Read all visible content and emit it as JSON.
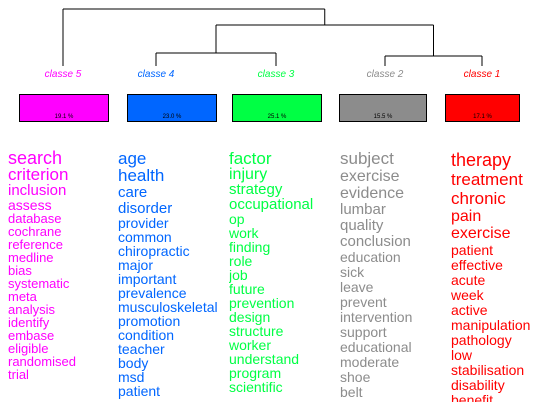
{
  "classes": [
    {
      "label": "classe 5",
      "pct": "19.1 %",
      "color": "#ff00ff",
      "words": [
        "search",
        "criterion",
        "inclusion",
        "assess",
        "database",
        "cochrane",
        "reference",
        "medline",
        "bias",
        "systematic",
        "meta",
        "analysis",
        "identify",
        "embase",
        "eligible",
        "randomised",
        "trial"
      ]
    },
    {
      "label": "classe 4",
      "pct": "23.0 %",
      "color": "#0066ff",
      "words": [
        "age",
        "health",
        "care",
        "disorder",
        "provider",
        "common",
        "chiropractic",
        "major",
        "important",
        "prevalence",
        "musculoskeletal",
        "promotion",
        "condition",
        "teacher",
        "body",
        "msd",
        "patient"
      ]
    },
    {
      "label": "classe 3",
      "pct": "25.1 %",
      "color": "#00ff44",
      "words": [
        "factor",
        "injury",
        "strategy",
        "occupational",
        "op",
        "work",
        "finding",
        "role",
        "job",
        "future",
        "prevention",
        "design",
        "structure",
        "worker",
        "understand",
        "program",
        "scientific"
      ]
    },
    {
      "label": "classe 2",
      "pct": "15.5 %",
      "color": "#8c8c8c",
      "words": [
        "subject",
        "exercise",
        "evidence",
        "lumbar",
        "quality",
        "conclusion",
        "education",
        "sick",
        "leave",
        "prevent",
        "intervention",
        "support",
        "educational",
        "moderate",
        "shoe",
        "belt"
      ]
    },
    {
      "label": "classe 1",
      "pct": "17.1 %",
      "color": "#ff0000",
      "words": [
        "therapy",
        "treatment",
        "chronic",
        "pain",
        "exercise",
        "patient",
        "effective",
        "acute",
        "week",
        "active",
        "manipulation",
        "pathology",
        "low",
        "stabilisation",
        "disability",
        "benefit"
      ]
    }
  ]
}
